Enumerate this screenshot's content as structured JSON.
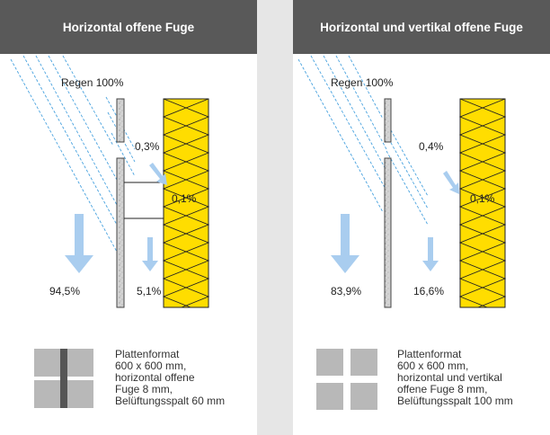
{
  "colors": {
    "header_bg": "#595959",
    "header_text": "#ffffff",
    "rain_line": "#4aa3df",
    "arrow": "#a9cdef",
    "insulation": "#ffdd00",
    "insulation_line": "#222222",
    "board": "#cfcfcf",
    "tile": "#b8b8b8",
    "joint": "#555555"
  },
  "panels": [
    {
      "title": "Horizontal offene Fuge",
      "rain_label": "Regen 100%",
      "gap_label": "0,3%",
      "insulation_label": "0,1%",
      "front_label": "94,5%",
      "cavity_label": "5,1%",
      "description": [
        "Plattenformat",
        "600 x 600 mm,",
        "horizontal offene",
        "Fuge 8 mm,",
        "Belüftungsspalt 60 mm"
      ],
      "joint_type": "horizontal"
    },
    {
      "title": "Horizontal und vertikal offene Fuge",
      "rain_label": "Regen 100%",
      "gap_label": "0,4%",
      "insulation_label": "0,1%",
      "front_label": "83,9%",
      "cavity_label": "16,6%",
      "description": [
        "Plattenformat",
        "600 x 600 mm,",
        "horizontal und vertikal",
        "offene Fuge 8 mm,",
        "Belüftungsspalt 100 mm"
      ],
      "joint_type": "horizontal-vertical"
    }
  ]
}
